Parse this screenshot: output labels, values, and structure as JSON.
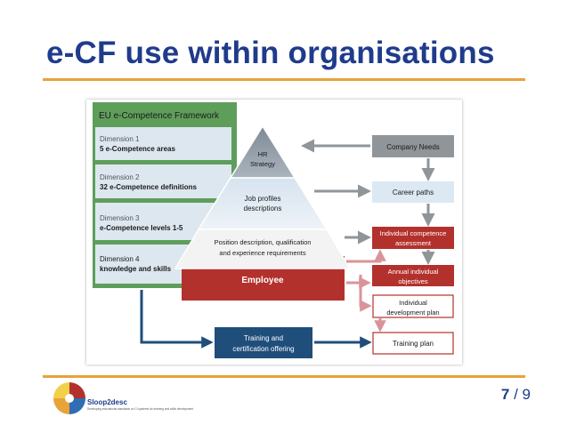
{
  "slide": {
    "title": "e-CF use within organisations",
    "page_current": "7",
    "page_sep": " / ",
    "page_total": "9"
  },
  "logo": {
    "name": "Sloop2desc",
    "tagline": "Developing educational standards on CI systems for learning and skills development"
  },
  "framework": {
    "title": "EU e-Competence Framework",
    "dimensions": [
      {
        "line1": "Dimension 1",
        "line2": "5 e-Competence areas"
      },
      {
        "line1": "Dimension 2",
        "line2": "32 e-Competence definitions"
      },
      {
        "line1": "Dimension 3",
        "line2": "e-Competence levels 1-5"
      },
      {
        "line1": "Dimension 4",
        "line2": "knowledge and skills"
      }
    ]
  },
  "pyramid": {
    "top_line1": "HR",
    "top_line2": "Strategy",
    "mid_line1": "Job profiles",
    "mid_line2": "descriptions",
    "bottom_line1": "Position description, qualification",
    "bottom_line2": "and experience requirements",
    "employee": "Employee"
  },
  "right_boxes": {
    "company_needs": "Company Needs",
    "career_paths": "Career paths",
    "competence_line1": "Individual competence",
    "competence_line2": "assessment",
    "objectives_line1": "Annual individual",
    "objectives_line2": "objectives",
    "devplan_line1": "Individual",
    "devplan_line2": "development plan",
    "training_plan": "Training plan"
  },
  "training": {
    "line1": "Training and",
    "line2": "certification offering"
  },
  "colors": {
    "title": "#1f3b8c",
    "accent_rule": "#e8a33a",
    "framework_green": "#5e9e5a",
    "dimension_fill": "#dde7f0",
    "company_gray": "#8f9599",
    "career_blue": "#dce8f2",
    "red": "#b3312c",
    "navy": "#1f4e7b",
    "pink_arrow": "#d9949a"
  }
}
